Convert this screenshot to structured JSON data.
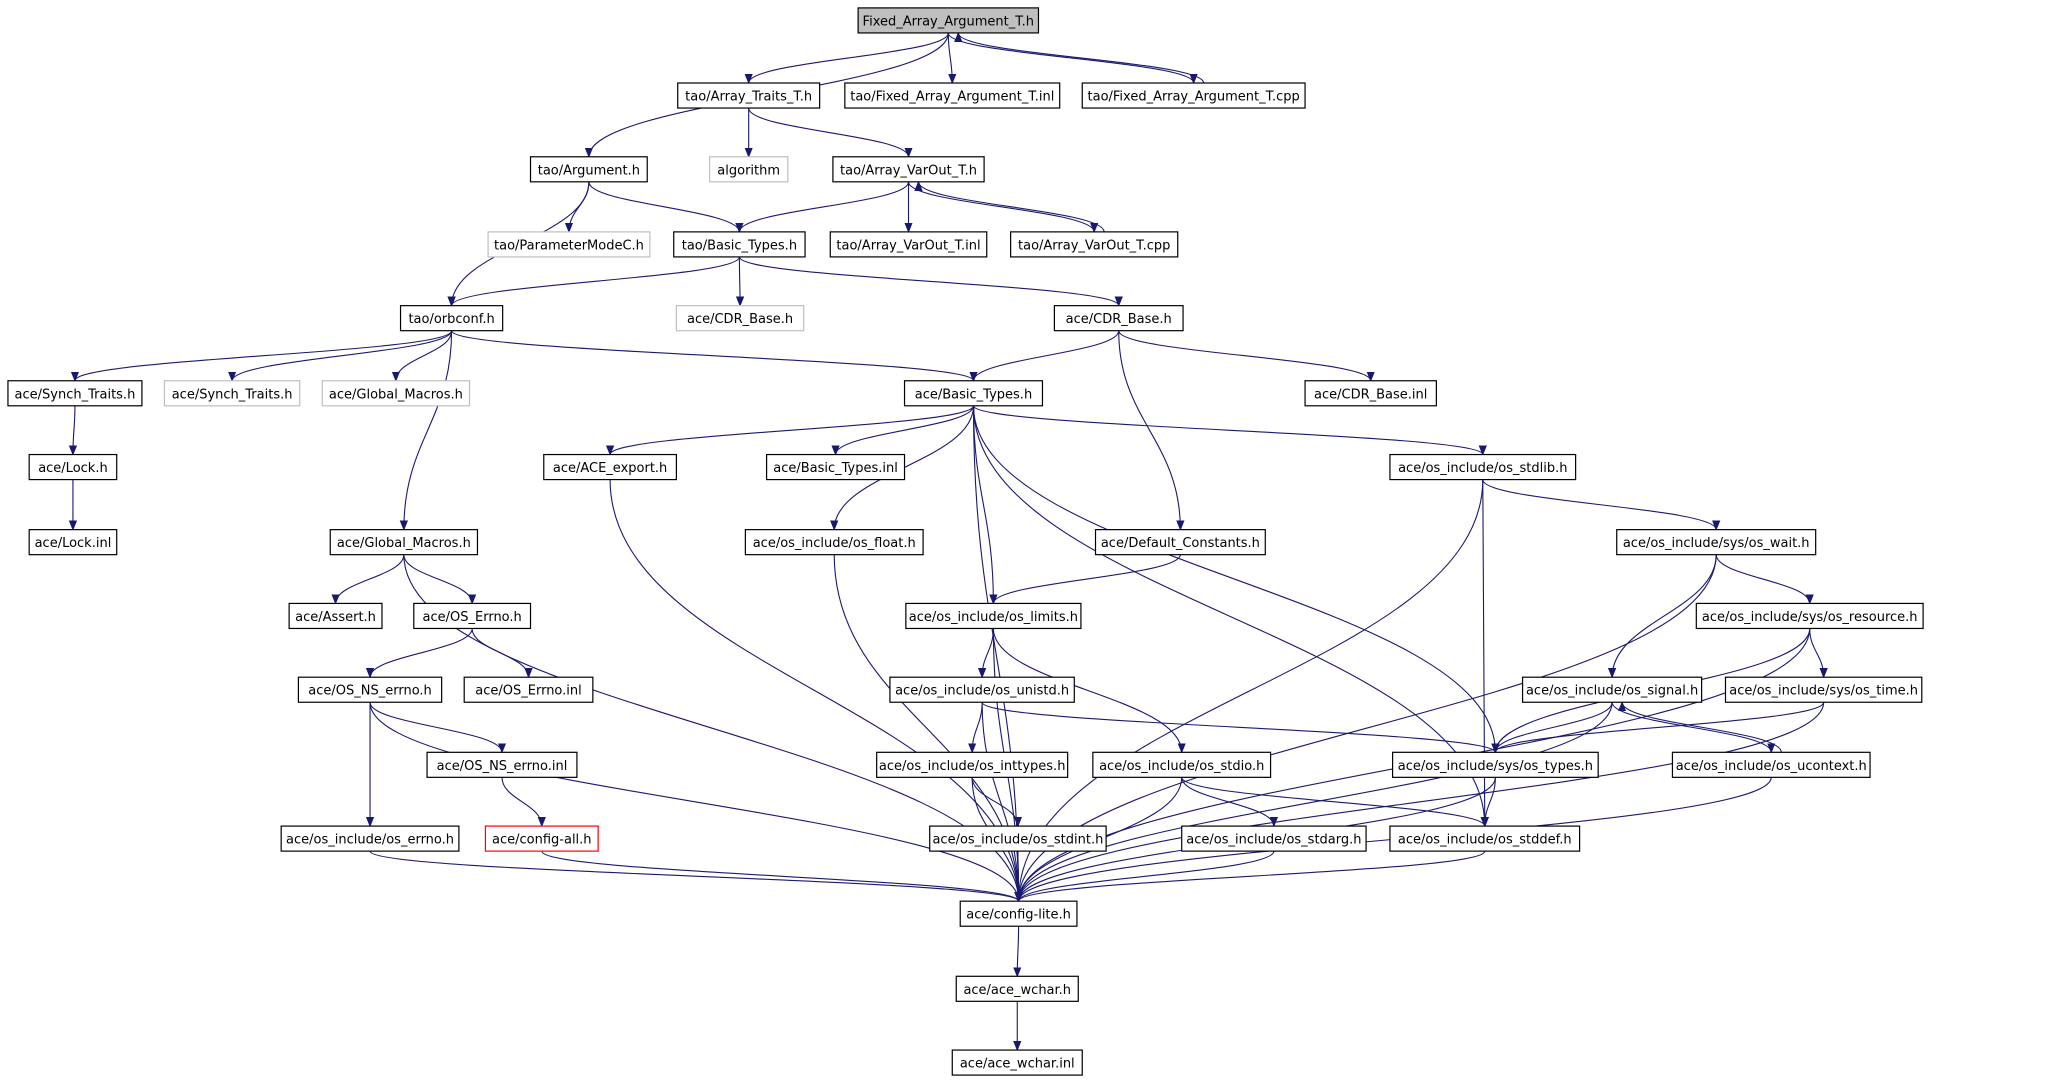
{
  "colors": {
    "edge": "#191970",
    "box_default": "#000000",
    "box_external": "#bfbfbf",
    "box_missing": "#ff0000",
    "root_fill": "#bfbfbf",
    "fill": "#ffffff"
  },
  "nodes": [
    {
      "id": "root",
      "label": "Fixed_Array_Argument_T.h",
      "kind": "root"
    },
    {
      "id": "array_traits",
      "label": "tao/Array_Traits_T.h",
      "kind": "default"
    },
    {
      "id": "fixed_inl",
      "label": "tao/Fixed_Array_Argument_T.inl",
      "kind": "default"
    },
    {
      "id": "fixed_cpp",
      "label": "tao/Fixed_Array_Argument_T.cpp",
      "kind": "default"
    },
    {
      "id": "argument",
      "label": "tao/Argument.h",
      "kind": "default"
    },
    {
      "id": "algorithm",
      "label": "algorithm",
      "kind": "external"
    },
    {
      "id": "varout",
      "label": "tao/Array_VarOut_T.h",
      "kind": "default"
    },
    {
      "id": "parammode",
      "label": "tao/ParameterModeC.h",
      "kind": "external"
    },
    {
      "id": "tao_basic",
      "label": "tao/Basic_Types.h",
      "kind": "default"
    },
    {
      "id": "varout_inl",
      "label": "tao/Array_VarOut_T.inl",
      "kind": "default"
    },
    {
      "id": "varout_cpp",
      "label": "tao/Array_VarOut_T.cpp",
      "kind": "default"
    },
    {
      "id": "orbconf",
      "label": "tao/orbconf.h",
      "kind": "default"
    },
    {
      "id": "cdr_ext",
      "label": "ace/CDR_Base.h",
      "kind": "external"
    },
    {
      "id": "cdr_base",
      "label": "ace/CDR_Base.h",
      "kind": "default"
    },
    {
      "id": "synch",
      "label": "ace/Synch_Traits.h",
      "kind": "default"
    },
    {
      "id": "synch_ext",
      "label": "ace/Synch_Traits.h",
      "kind": "external"
    },
    {
      "id": "global_ext",
      "label": "ace/Global_Macros.h",
      "kind": "external"
    },
    {
      "id": "ace_basic",
      "label": "ace/Basic_Types.h",
      "kind": "default"
    },
    {
      "id": "cdr_inl",
      "label": "ace/CDR_Base.inl",
      "kind": "default"
    },
    {
      "id": "lock",
      "label": "ace/Lock.h",
      "kind": "default"
    },
    {
      "id": "ace_export",
      "label": "ace/ACE_export.h",
      "kind": "default"
    },
    {
      "id": "basic_inl",
      "label": "ace/Basic_Types.inl",
      "kind": "default"
    },
    {
      "id": "stdlib",
      "label": "ace/os_include/os_stdlib.h",
      "kind": "default"
    },
    {
      "id": "lock_inl",
      "label": "ace/Lock.inl",
      "kind": "default"
    },
    {
      "id": "global",
      "label": "ace/Global_Macros.h",
      "kind": "default"
    },
    {
      "id": "float",
      "label": "ace/os_include/os_float.h",
      "kind": "default"
    },
    {
      "id": "default_const",
      "label": "ace/Default_Constants.h",
      "kind": "default"
    },
    {
      "id": "wait",
      "label": "ace/os_include/sys/os_wait.h",
      "kind": "default"
    },
    {
      "id": "assert",
      "label": "ace/Assert.h",
      "kind": "default"
    },
    {
      "id": "os_errno_h",
      "label": "ace/OS_Errno.h",
      "kind": "default"
    },
    {
      "id": "limits",
      "label": "ace/os_include/os_limits.h",
      "kind": "default"
    },
    {
      "id": "resource",
      "label": "ace/os_include/sys/os_resource.h",
      "kind": "default"
    },
    {
      "id": "ns_errno",
      "label": "ace/OS_NS_errno.h",
      "kind": "default"
    },
    {
      "id": "os_errno_inl",
      "label": "ace/OS_Errno.inl",
      "kind": "default"
    },
    {
      "id": "unistd",
      "label": "ace/os_include/os_unistd.h",
      "kind": "default"
    },
    {
      "id": "signal",
      "label": "ace/os_include/os_signal.h",
      "kind": "default"
    },
    {
      "id": "os_time",
      "label": "ace/os_include/sys/os_time.h",
      "kind": "default"
    },
    {
      "id": "ns_errno_inl",
      "label": "ace/OS_NS_errno.inl",
      "kind": "default"
    },
    {
      "id": "inttypes",
      "label": "ace/os_include/os_inttypes.h",
      "kind": "default"
    },
    {
      "id": "stdio",
      "label": "ace/os_include/os_stdio.h",
      "kind": "default"
    },
    {
      "id": "sys_types",
      "label": "ace/os_include/sys/os_types.h",
      "kind": "default"
    },
    {
      "id": "ucontext",
      "label": "ace/os_include/os_ucontext.h",
      "kind": "default"
    },
    {
      "id": "os_errno2",
      "label": "ace/os_include/os_errno.h",
      "kind": "default"
    },
    {
      "id": "config_all",
      "label": "ace/config-all.h",
      "kind": "missing"
    },
    {
      "id": "stdint",
      "label": "ace/os_include/os_stdint.h",
      "kind": "default"
    },
    {
      "id": "stdarg",
      "label": "ace/os_include/os_stdarg.h",
      "kind": "default"
    },
    {
      "id": "stddef",
      "label": "ace/os_include/os_stddef.h",
      "kind": "default"
    },
    {
      "id": "config_lite",
      "label": "ace/config-lite.h",
      "kind": "default"
    },
    {
      "id": "wchar",
      "label": "ace/ace_wchar.h",
      "kind": "default"
    },
    {
      "id": "wchar_inl",
      "label": "ace/ace_wchar.inl",
      "kind": "default"
    }
  ],
  "edges": [
    [
      "root",
      "argument"
    ],
    [
      "root",
      "array_traits"
    ],
    [
      "root",
      "fixed_inl"
    ],
    [
      "root",
      "fixed_cpp"
    ],
    [
      "fixed_cpp",
      "root"
    ],
    [
      "array_traits",
      "algorithm"
    ],
    [
      "array_traits",
      "varout"
    ],
    [
      "argument",
      "parammode"
    ],
    [
      "argument",
      "tao_basic"
    ],
    [
      "argument",
      "orbconf"
    ],
    [
      "varout",
      "tao_basic"
    ],
    [
      "varout",
      "varout_inl"
    ],
    [
      "varout",
      "varout_cpp"
    ],
    [
      "varout_cpp",
      "varout"
    ],
    [
      "tao_basic",
      "orbconf"
    ],
    [
      "tao_basic",
      "cdr_ext"
    ],
    [
      "tao_basic",
      "cdr_base"
    ],
    [
      "orbconf",
      "synch"
    ],
    [
      "orbconf",
      "synch_ext"
    ],
    [
      "orbconf",
      "global_ext"
    ],
    [
      "orbconf",
      "global"
    ],
    [
      "orbconf",
      "ace_basic"
    ],
    [
      "cdr_base",
      "ace_basic"
    ],
    [
      "cdr_base",
      "default_const"
    ],
    [
      "cdr_base",
      "cdr_inl"
    ],
    [
      "synch",
      "lock"
    ],
    [
      "lock",
      "lock_inl"
    ],
    [
      "ace_basic",
      "ace_export"
    ],
    [
      "ace_basic",
      "basic_inl"
    ],
    [
      "ace_basic",
      "float"
    ],
    [
      "ace_basic",
      "limits"
    ],
    [
      "ace_basic",
      "stdlib"
    ],
    [
      "ace_basic",
      "sys_types"
    ],
    [
      "ace_basic",
      "stddef"
    ],
    [
      "ace_basic",
      "config_lite"
    ],
    [
      "ace_export",
      "config_lite"
    ],
    [
      "stdlib",
      "wait"
    ],
    [
      "stdlib",
      "stddef"
    ],
    [
      "stdlib",
      "config_lite"
    ],
    [
      "global",
      "assert"
    ],
    [
      "global",
      "os_errno_h"
    ],
    [
      "global",
      "config_lite"
    ],
    [
      "float",
      "config_lite"
    ],
    [
      "default_const",
      "limits"
    ],
    [
      "wait",
      "resource"
    ],
    [
      "wait",
      "signal"
    ],
    [
      "wait",
      "config_lite"
    ],
    [
      "os_errno_h",
      "ns_errno"
    ],
    [
      "os_errno_h",
      "os_errno_inl"
    ],
    [
      "limits",
      "unistd"
    ],
    [
      "limits",
      "stdio"
    ],
    [
      "limits",
      "config_lite"
    ],
    [
      "resource",
      "sys_types"
    ],
    [
      "resource",
      "os_time"
    ],
    [
      "resource",
      "config_lite"
    ],
    [
      "ns_errno",
      "ns_errno_inl"
    ],
    [
      "ns_errno",
      "os_errno2"
    ],
    [
      "ns_errno",
      "config_lite"
    ],
    [
      "unistd",
      "inttypes"
    ],
    [
      "unistd",
      "sys_types"
    ],
    [
      "unistd",
      "config_lite"
    ],
    [
      "signal",
      "sys_types"
    ],
    [
      "signal",
      "ucontext"
    ],
    [
      "signal",
      "config_lite"
    ],
    [
      "ucontext",
      "signal"
    ],
    [
      "os_time",
      "sys_types"
    ],
    [
      "os_time",
      "config_lite"
    ],
    [
      "ns_errno_inl",
      "config_all"
    ],
    [
      "inttypes",
      "stdint"
    ],
    [
      "inttypes",
      "config_lite"
    ],
    [
      "stdio",
      "stdarg"
    ],
    [
      "stdio",
      "stddef"
    ],
    [
      "stdio",
      "config_lite"
    ],
    [
      "sys_types",
      "stddef"
    ],
    [
      "sys_types",
      "config_lite"
    ],
    [
      "ucontext",
      "config_lite"
    ],
    [
      "os_errno2",
      "config_lite"
    ],
    [
      "config_all",
      "config_lite"
    ],
    [
      "stdint",
      "config_lite"
    ],
    [
      "stdarg",
      "config_lite"
    ],
    [
      "stddef",
      "config_lite"
    ],
    [
      "config_lite",
      "wchar"
    ],
    [
      "wchar",
      "wchar_inl"
    ]
  ]
}
